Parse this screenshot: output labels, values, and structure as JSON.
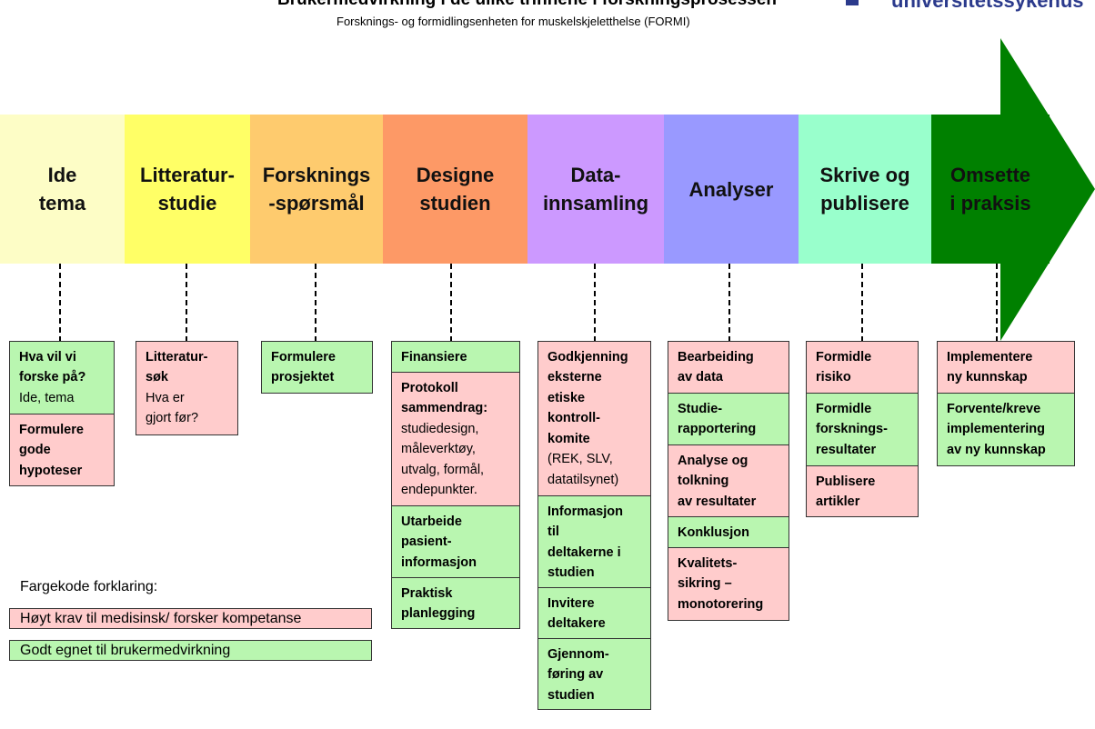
{
  "header": {
    "title": "Brukermedvirkning i de ulike trinnene i forskningsprosessen",
    "subtitle": "Forsknings- og formidlingsenheten for muskelskjeletthelse (FORMI)",
    "logo_text": "universitetssykehus"
  },
  "colors": {
    "pink": "#ffcccc",
    "green": "#b9f6b0",
    "arrow_green": "#008000"
  },
  "stages": [
    {
      "label": "Ide\ntema",
      "color": "#fdfdc6"
    },
    {
      "label": "Litteratur-\nstudie",
      "color": "#ffff66"
    },
    {
      "label": "Forsknings\n-spørsmål",
      "color": "#fecb6e"
    },
    {
      "label": "Designe\nstudien",
      "color": "#fd9966"
    },
    {
      "label": "Data-\ninnsamling",
      "color": "#cc99ff"
    },
    {
      "label": "Analyser",
      "color": "#9999ff"
    },
    {
      "label": "Skrive og\npublisere",
      "color": "#99ffcc"
    },
    {
      "label": "Omsette\ni praksis",
      "color": "#008000"
    }
  ],
  "columns": [
    {
      "boxes": [
        {
          "title": "Hva vil vi\nforske på?",
          "sub": "Ide, tema",
          "kind": "green"
        },
        {
          "title": "Formulere\ngode\nhypoteser",
          "kind": "pink"
        }
      ]
    },
    {
      "boxes": [
        {
          "title": "Litteratur-\nsøk",
          "sub": "Hva er\ngjort før?",
          "kind": "pink"
        }
      ]
    },
    {
      "boxes": [
        {
          "title": "Formulere\nprosjektet",
          "kind": "green"
        }
      ]
    },
    {
      "boxes": [
        {
          "title": "Finansiere",
          "kind": "green"
        },
        {
          "title": "Protokoll\nsammendrag:",
          "sub": "studiedesign,\nmåleverktøy,\nutvalg, formål,\nendepunkter.",
          "kind": "pink"
        },
        {
          "title": "Utarbeide\npasient-\ninformasjon",
          "kind": "green"
        },
        {
          "title": "Praktisk\nplanlegging",
          "kind": "green"
        }
      ]
    },
    {
      "boxes": [
        {
          "title": "Godkjenning\neksterne\netiske\nkontroll-\nkomite",
          "sub": "(REK, SLV,\ndatatilsynet)",
          "kind": "pink"
        },
        {
          "title": "Informasjon\ntil\ndeltakerne i\nstudien",
          "kind": "green"
        },
        {
          "title": "Invitere\ndeltakere",
          "kind": "green"
        },
        {
          "title": "Gjennom-\nføring av\nstudien",
          "kind": "green"
        }
      ]
    },
    {
      "boxes": [
        {
          "title": "Bearbeiding\nav data",
          "kind": "pink"
        },
        {
          "title": "Studie-\nrapportering",
          "kind": "green"
        },
        {
          "title": "Analyse og\ntolkning\nav resultater",
          "kind": "pink"
        },
        {
          "title": "Konklusjon",
          "kind": "green"
        },
        {
          "title": "Kvalitets-\nsikring –\nmonotorering",
          "kind": "pink"
        }
      ]
    },
    {
      "boxes": [
        {
          "title": "Formidle\nrisiko",
          "kind": "pink"
        },
        {
          "title": "Formidle\nforsknings-\nresultater",
          "kind": "green"
        },
        {
          "title": "Publisere\nartikler",
          "kind": "pink"
        }
      ]
    },
    {
      "boxes": [
        {
          "title": "Implementere\nny kunnskap",
          "kind": "pink"
        },
        {
          "title": "Forvente/kreve\nimplementering\nav ny kunnskap",
          "kind": "green"
        }
      ]
    }
  ],
  "legend": {
    "title": "Fargekode forklaring:",
    "items": [
      {
        "label": "Høyt krav til medisinsk/ forsker kompetanse",
        "kind": "pink"
      },
      {
        "label": "Godt egnet til brukermedvirkning",
        "kind": "green"
      }
    ]
  }
}
